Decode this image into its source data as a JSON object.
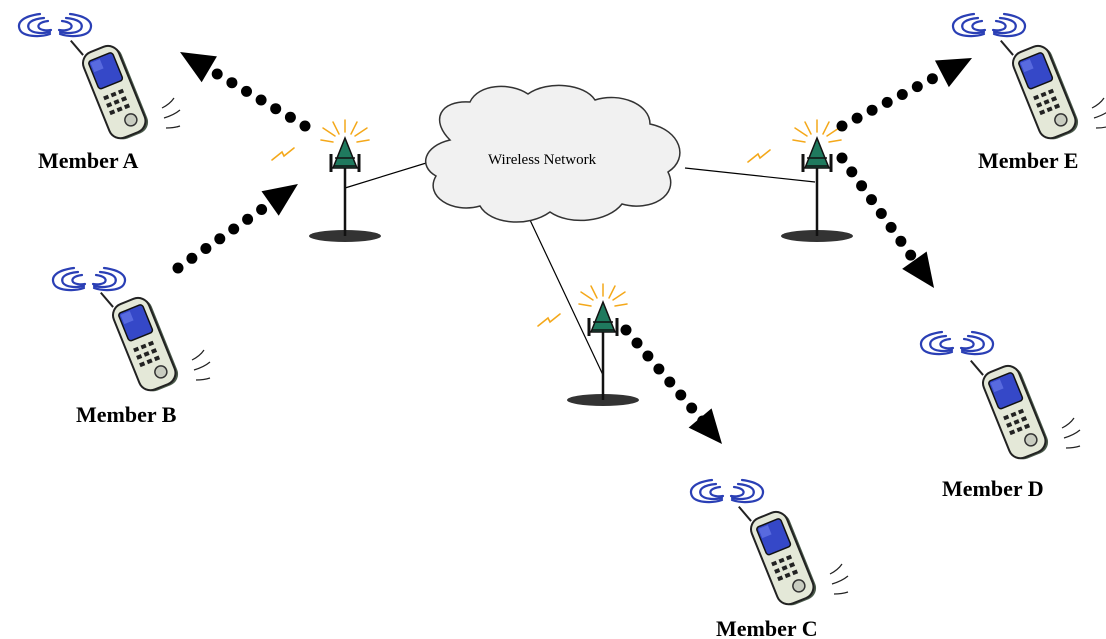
{
  "network": {
    "label": "Wireless Network"
  },
  "members": {
    "a": {
      "label": "Member A"
    },
    "b": {
      "label": "Member B"
    },
    "c": {
      "label": "Member C"
    },
    "d": {
      "label": "Member D"
    },
    "e": {
      "label": "Member E"
    }
  },
  "colors": {
    "wave": "#2a3fb5",
    "signal": "#f4a81a",
    "tower": "#1f7a5e",
    "phone_screen": "#3548c8",
    "phone_body": "#e4e8d8"
  }
}
